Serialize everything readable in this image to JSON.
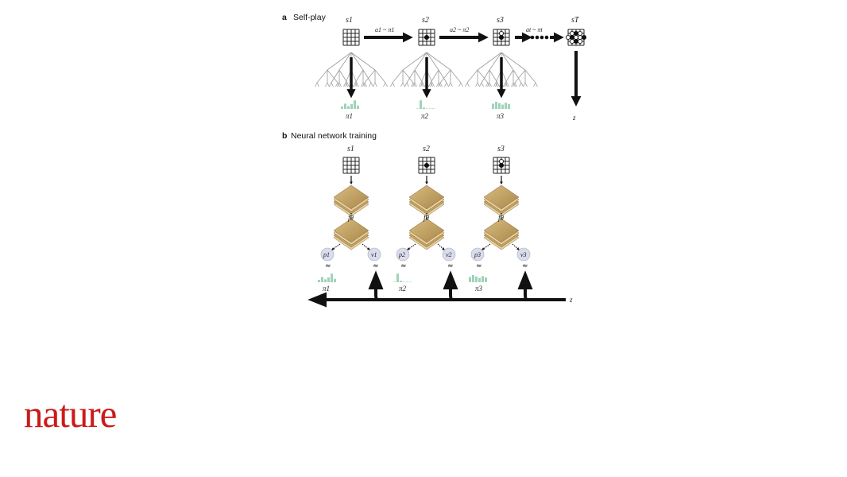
{
  "panel_a": {
    "letter": "a",
    "title": "Self-play",
    "state_labels": [
      "s1",
      "s2",
      "s3",
      "sT"
    ],
    "move_labels": [
      "a1 ~ π1",
      "a2 ~ π2",
      "at ~ πt"
    ],
    "policy_labels": [
      "π1",
      "π2",
      "π3"
    ],
    "outcome_label": "z"
  },
  "panel_b": {
    "letter": "b",
    "title": "Neural network training",
    "state_labels": [
      "s1",
      "s2",
      "s3"
    ],
    "network_labels": [
      "fθ",
      "fθ",
      "fθ"
    ],
    "policy_out_labels": [
      "p1",
      "p2",
      "p3"
    ],
    "value_out_labels": [
      "v1",
      "v2",
      "v3"
    ],
    "approx_symbol": "≈",
    "target_policy_labels": [
      "π1",
      "π2",
      "π3"
    ],
    "outcome_label": "z"
  },
  "colors": {
    "policy_bars": "#9fd3b8",
    "network_fill": "#c4a265",
    "network_light": "#e6d2a4",
    "output_circle": "#d9dcec",
    "arrow": "#111111"
  },
  "logo_text": "nature"
}
